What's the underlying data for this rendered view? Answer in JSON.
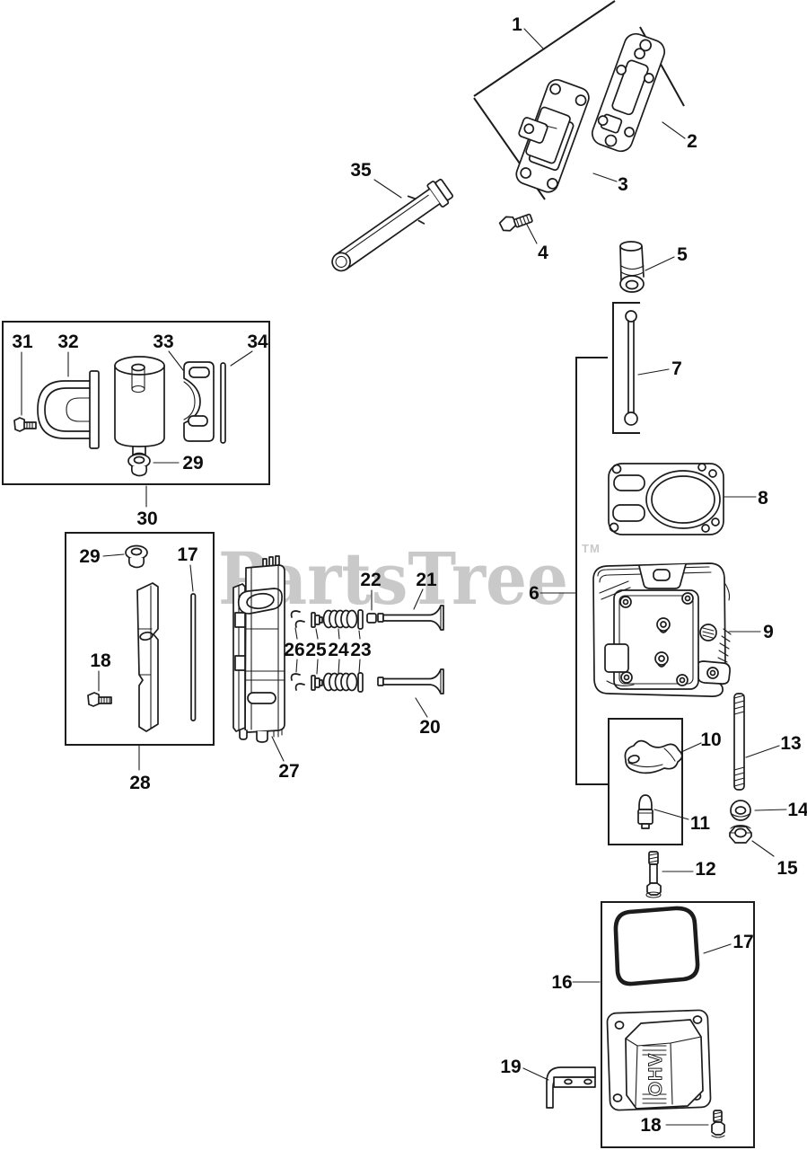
{
  "watermark": {
    "text": "PartsTree",
    "tm": "TM",
    "color": "#c9c9c9"
  },
  "diagram": {
    "background": "#ffffff",
    "line_color": "#1c1c1c",
    "cover_text": "OHV"
  },
  "callouts": {
    "c1": "1",
    "c2": "2",
    "c3": "3",
    "c4": "4",
    "c5": "5",
    "c6": "6",
    "c7": "7",
    "c8": "8",
    "c9": "9",
    "c10": "10",
    "c11": "11",
    "c12": "12",
    "c13": "13",
    "c14": "14",
    "c15": "15",
    "c16": "16",
    "c17a": "17",
    "c17b": "17",
    "c18a": "18",
    "c18b": "18",
    "c19": "19",
    "c20": "20",
    "c21": "21",
    "c22": "22",
    "c23": "23",
    "c24": "24",
    "c25": "25",
    "c26": "26",
    "c27": "27",
    "c28": "28",
    "c29a": "29",
    "c29b": "29",
    "c30": "30",
    "c31": "31",
    "c32": "32",
    "c33": "33",
    "c34": "34",
    "c35": "35"
  }
}
